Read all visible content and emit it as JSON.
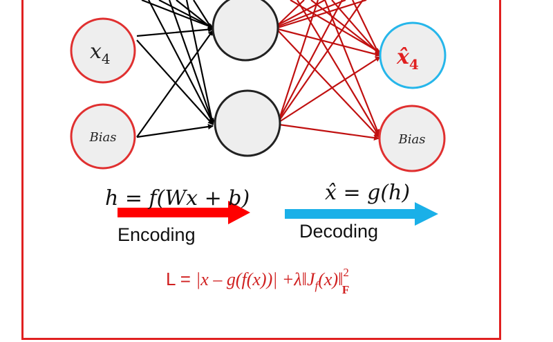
{
  "diagram": {
    "input_nodes": [
      {
        "label": "x",
        "subscript": "4"
      },
      {
        "label": "Bias"
      }
    ],
    "output_nodes": [
      {
        "label": "x̂",
        "subscript": "4"
      },
      {
        "label": "Bias"
      }
    ],
    "encoding": {
      "equation": "h = f(Wx + b)",
      "label": "Encoding"
    },
    "decoding": {
      "equation": "x̂ = g(h)",
      "label": "Decoding"
    },
    "loss": {
      "prefix": "L = ",
      "expression": "|x – g(f(x))| +λ‖J",
      "jacobian_sub": "f",
      "jacobian_arg": "(x)‖",
      "norm_sup": "2",
      "norm_sub": "F"
    },
    "colors": {
      "frame": "#e02020",
      "input_border": "#e03030",
      "hidden_fill": "#eeeeee",
      "encoder_edges": "#000000",
      "decoder_edges": "#c01010",
      "encoding_arrow": "#ff0000",
      "decoding_arrow": "#1ab0e8",
      "output_highlight": "#26b6ea"
    }
  }
}
